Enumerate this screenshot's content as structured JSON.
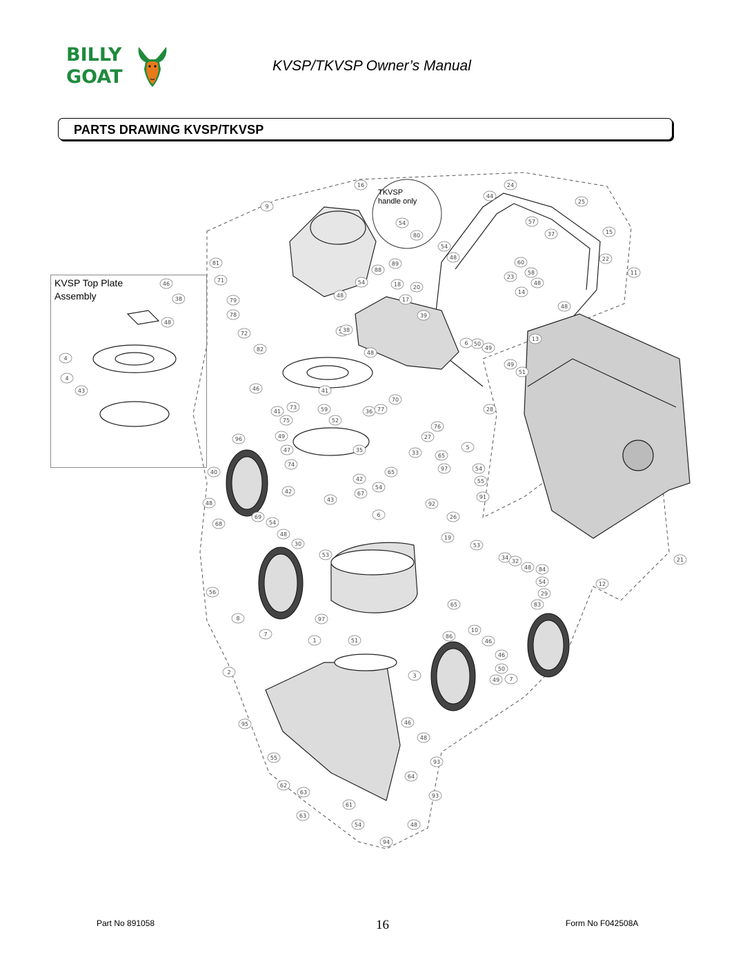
{
  "header": {
    "logo_text_line1": "BILLY",
    "logo_text_line2": "GOAT",
    "manual_title": "KVSP/TKVSP Owner’s Manual",
    "brand_colors": {
      "green": "#1e8a3c",
      "orange": "#e87a1c",
      "dark": "#1a1a1a"
    }
  },
  "section": {
    "title": "PARTS DRAWING KVSP/TKVSP"
  },
  "inset": {
    "caption_line1": "KVSP Top Plate",
    "caption_line2": "Assembly"
  },
  "tkvsp_note": {
    "line1": "TKVSP",
    "line2": "handle only"
  },
  "callouts": [
    "16",
    "24",
    "44",
    "25",
    "9",
    "54",
    "57",
    "37",
    "15",
    "80",
    "54",
    "48",
    "22",
    "81",
    "88",
    "89",
    "60",
    "58",
    "71",
    "54",
    "18",
    "20",
    "23",
    "48",
    "11",
    "46",
    "38",
    "79",
    "48",
    "17",
    "14",
    "48",
    "78",
    "39",
    "54",
    "48",
    "72",
    "38",
    "50",
    "49",
    "13",
    "82",
    "48",
    "4",
    "6",
    "46",
    "49",
    "51",
    "4",
    "41",
    "70",
    "28",
    "43",
    "73",
    "41",
    "59",
    "36",
    "77",
    "75",
    "52",
    "76",
    "49",
    "27",
    "5",
    "96",
    "47",
    "35",
    "33",
    "65",
    "42",
    "74",
    "97",
    "54",
    "40",
    "65",
    "55",
    "48",
    "67",
    "54",
    "43",
    "42",
    "92",
    "91",
    "68",
    "69",
    "54",
    "6",
    "26",
    "48",
    "30",
    "19",
    "53",
    "53",
    "21",
    "34",
    "32",
    "48",
    "84",
    "54",
    "12",
    "56",
    "29",
    "83",
    "8",
    "97",
    "65",
    "7",
    "1",
    "51",
    "10",
    "86",
    "46",
    "2",
    "3",
    "46",
    "50",
    "49",
    "7",
    "95",
    "46",
    "55",
    "48",
    "93",
    "64",
    "62",
    "63",
    "93",
    "61",
    "63",
    "54",
    "48",
    "94"
  ],
  "footer": {
    "part_no": "Part No 891058",
    "page_number": "16",
    "form_no": "Form No F042508A"
  }
}
